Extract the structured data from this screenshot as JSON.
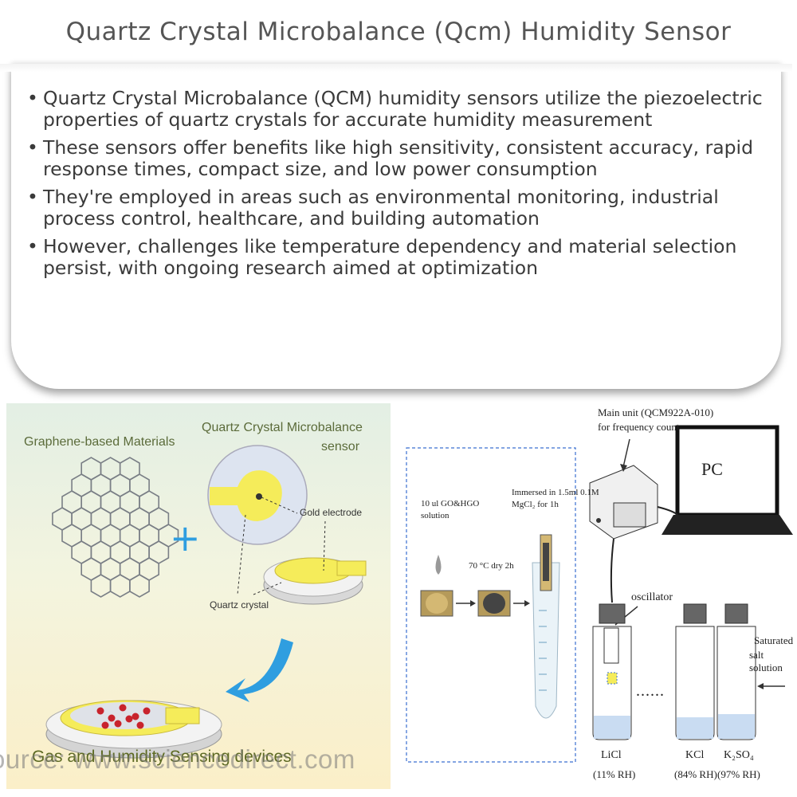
{
  "title": "Quartz Crystal Microbalance (Qcm) Humidity Sensor",
  "bullets": [
    "Quartz Crystal Microbalance (QCM) humidity sensors utilize the piezoelectric properties of quartz crystals for accurate humidity measurement",
    "These sensors offer benefits like high sensitivity, consistent accuracy, rapid response times, compact size, and low power consumption",
    "They're employed in areas such as environmental monitoring, industrial process control, healthcare, and building automation",
    "However, challenges like temperature dependency and material selection persist, with ongoing research aimed at optimization"
  ],
  "bullet_marker": "•",
  "left_figure": {
    "qcm_title_line1": "Quartz Crystal Microbalance",
    "qcm_title_line2": "sensor",
    "graphene_label": "Graphene-based Materials",
    "plus": "+",
    "gold_label": "Gold electrode",
    "quartz_label": "Quartz crystal",
    "bottom_label": "Gas and Humidity Sensing devices"
  },
  "watermark": "ource: www.sciencedirect.com",
  "right_figure": {
    "main_unit_line1": "Main unit (QCM922A-010)",
    "main_unit_line2": "for frequency count",
    "pc": "PC",
    "solution_line1": "10 ul GO&HGO",
    "solution_line2": "solution",
    "dry": "70 °C dry 2h",
    "immersed_line1": "Immersed in 1.5ml 0.1M",
    "immersed_line2": "MgCl₂ for 1h",
    "oscillator": "oscillator",
    "saturated_line1": "Saturated",
    "saturated_line2": "salt solution",
    "dots": "......",
    "bottles": [
      {
        "salt": "LiCl",
        "rh": "(11% RH)"
      },
      {
        "salt": "KCl",
        "rh": "(84% RH)"
      },
      {
        "salt": "K₂SO₄",
        "rh": "(97% RH)"
      }
    ]
  },
  "colors": {
    "hexagon_stroke": "#7a7f86",
    "gold": "#f5ec5a",
    "nanoparticle": "#c8232c",
    "arrow_blue": "#2f9ee0",
    "bottle_liquid": "#c9dcf2"
  }
}
